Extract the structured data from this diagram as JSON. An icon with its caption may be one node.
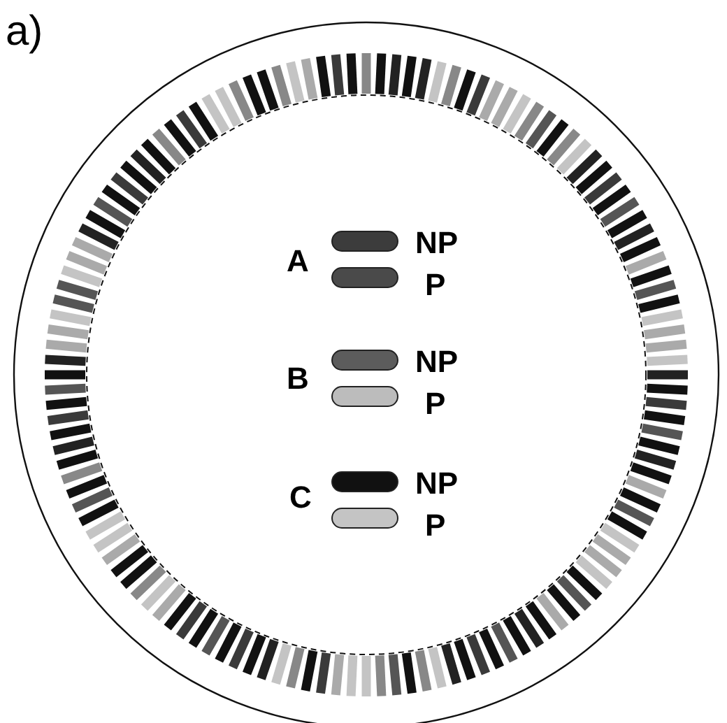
{
  "diagram": {
    "labels": [
      "a)",
      "A",
      "B",
      "C"
    ],
    "legend": [
      {
        "text": "NP",
        "color": "#3c3c3c"
      },
      {
        "text": "P",
        "color": "#4a4a4a"
      },
      {
        "text": "NP",
        "color": "#5c5c5c"
      },
      {
        "text": "P",
        "color": "#bcbcbc"
      },
      {
        "text": "NP",
        "color": "#111111"
      },
      {
        "text": "P",
        "color": "#c4c4c4"
      }
    ]
  }
}
